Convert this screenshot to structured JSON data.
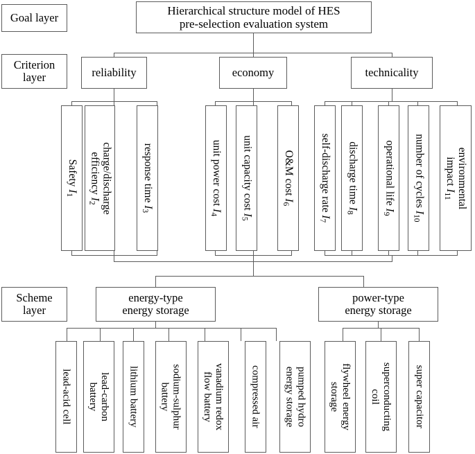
{
  "diagram": {
    "title": "Hierarchical structure model of HES pre-selection evaluation system",
    "type": "hierarchical-tree",
    "layers": [
      {
        "id": "goal",
        "label": "Goal layer"
      },
      {
        "id": "criterion",
        "label": "Criterion\nlayer"
      },
      {
        "id": "scheme",
        "label": "Scheme\nlayer"
      }
    ]
  },
  "layer_labels": {
    "goal": "Goal layer",
    "criterion_line1": "Criterion",
    "criterion_line2": "layer",
    "scheme_line1": "Scheme",
    "scheme_line2": "layer"
  },
  "goal": {
    "line1": "Hierarchical structure model of HES",
    "line2": "pre-selection evaluation system"
  },
  "criteria": [
    {
      "id": "reliability",
      "label": "reliability"
    },
    {
      "id": "economy",
      "label": "economy"
    },
    {
      "id": "technicality",
      "label": "technicality"
    }
  ],
  "indicators": [
    {
      "id": "I1",
      "name": "Safety",
      "symbol": "I",
      "index": "1",
      "parent": "reliability"
    },
    {
      "id": "I2",
      "name": "charge/discharge\nefficiency",
      "line1": "charge/discharge",
      "line2": "efficiency",
      "symbol": "I",
      "index": "2",
      "parent": "reliability"
    },
    {
      "id": "I3",
      "name": "response time",
      "symbol": "I",
      "index": "3",
      "parent": "reliability"
    },
    {
      "id": "I4",
      "name": "unit power cost",
      "symbol": "I",
      "index": "4",
      "parent": "economy"
    },
    {
      "id": "I5",
      "name": "unit capacity cost",
      "symbol": "I",
      "index": "5",
      "parent": "economy"
    },
    {
      "id": "I6",
      "name": "O&M cost",
      "symbol": "I",
      "index": "6",
      "parent": "economy"
    },
    {
      "id": "I7",
      "name": "self-discharge rate",
      "symbol": "I",
      "index": "7",
      "parent": "technicality"
    },
    {
      "id": "I8",
      "name": "discharge time",
      "symbol": "I",
      "index": "8",
      "parent": "technicality"
    },
    {
      "id": "I9",
      "name": "operational life",
      "symbol": "I",
      "index": "9",
      "parent": "technicality"
    },
    {
      "id": "I10",
      "name": "number of cycles",
      "symbol": "I",
      "index": "10",
      "parent": "technicality"
    },
    {
      "id": "I11",
      "name": "environmental\nimpact",
      "line1": "environmental",
      "line2": "impact",
      "symbol": "I",
      "index": "11",
      "parent": "technicality"
    }
  ],
  "schemes": [
    {
      "id": "energy-type",
      "line1": "energy-type",
      "line2": "energy storage"
    },
    {
      "id": "power-type",
      "line1": "power-type",
      "line2": "energy storage"
    }
  ],
  "technologies": [
    {
      "id": "lead-acid-cell",
      "line1": "lead-acid cell",
      "line2": "",
      "parent": "energy-type"
    },
    {
      "id": "lead-carbon-battery",
      "line1": "lead-carbon",
      "line2": "battery",
      "parent": "energy-type"
    },
    {
      "id": "lithium-battery",
      "line1": "lithium battery",
      "line2": "",
      "parent": "energy-type"
    },
    {
      "id": "sodium-sulphur-battery",
      "line1": "sodium-sulphur",
      "line2": "battery",
      "parent": "energy-type"
    },
    {
      "id": "vanadium-redox-flow-battery",
      "line1": "vanadium redox",
      "line2": "flow battery",
      "parent": "energy-type"
    },
    {
      "id": "compressed-air",
      "line1": "compressed air",
      "line2": "",
      "parent": "energy-type"
    },
    {
      "id": "pumped-hydro-energy-storage",
      "line1": "pumped hydro",
      "line2": "energy storage",
      "parent": "energy-type"
    },
    {
      "id": "flywheel-energy-storage",
      "line1": "flywheel energy",
      "line2": "storage",
      "parent": "power-type"
    },
    {
      "id": "superconducting-coil",
      "line1": "superconducting",
      "line2": "coil",
      "parent": "power-type"
    },
    {
      "id": "super-capacitor",
      "line1": "super capacitor",
      "line2": "",
      "parent": "power-type"
    }
  ],
  "colors": {
    "stroke": "#5b5b5b",
    "background": "#ffffff",
    "text": "#000000"
  }
}
